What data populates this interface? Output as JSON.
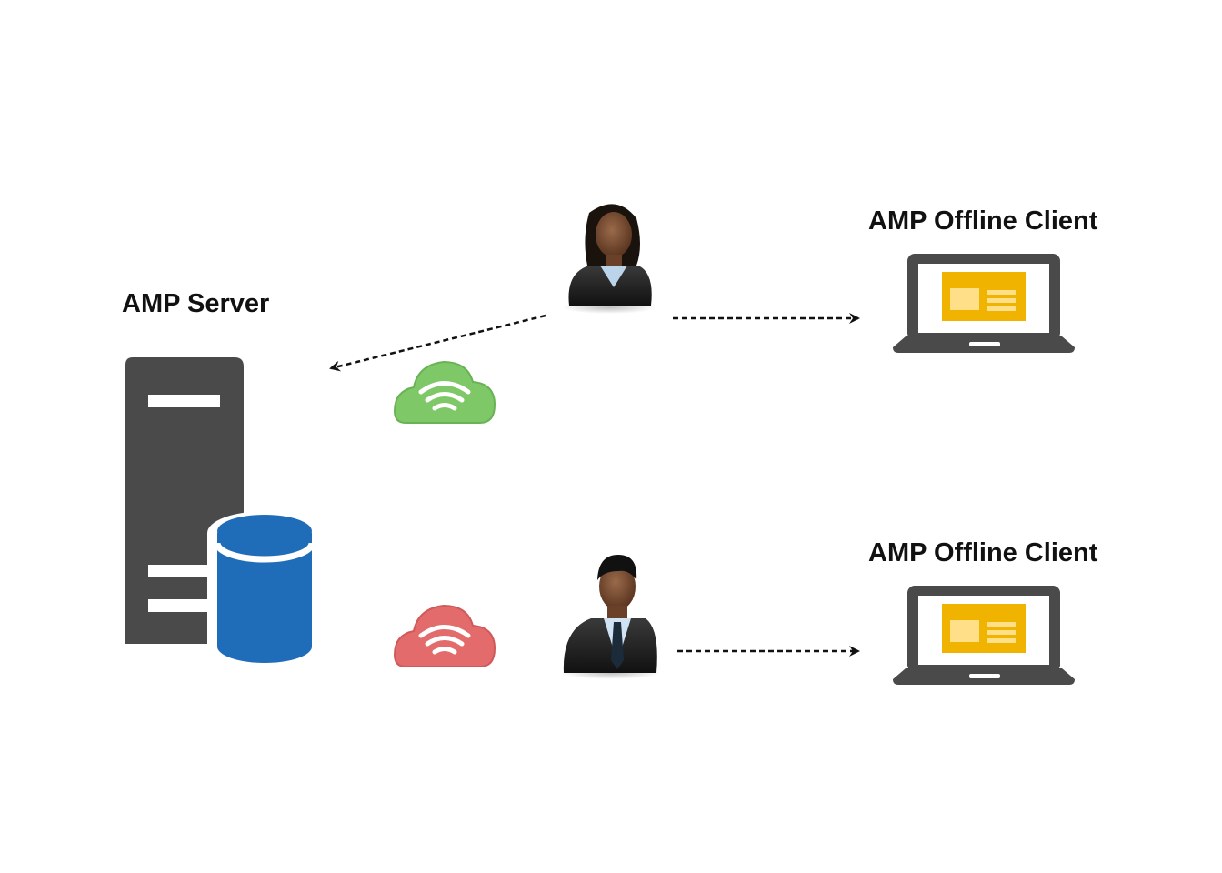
{
  "server": {
    "label": "AMP Server",
    "icon": "server-database-icon",
    "colors": {
      "tower": "#4a4a4a",
      "database": "#1f6cb8"
    }
  },
  "clients": [
    {
      "label": "AMP Offline Client",
      "icon": "laptop-icon",
      "user_icon": "female-user-icon",
      "connection": "online",
      "connection_icon": "cloud-wifi-online-icon"
    },
    {
      "label": "AMP Offline Client",
      "icon": "laptop-icon",
      "user_icon": "male-user-icon",
      "connection": "offline",
      "connection_icon": "cloud-wifi-offline-icon"
    }
  ],
  "colors": {
    "laptop": "#4a4a4a",
    "screen": "#f0b400",
    "screen_light": "#ffe089",
    "cloud_online": "#7fc868",
    "cloud_offline": "#e36b6b",
    "arrow": "#111111"
  }
}
